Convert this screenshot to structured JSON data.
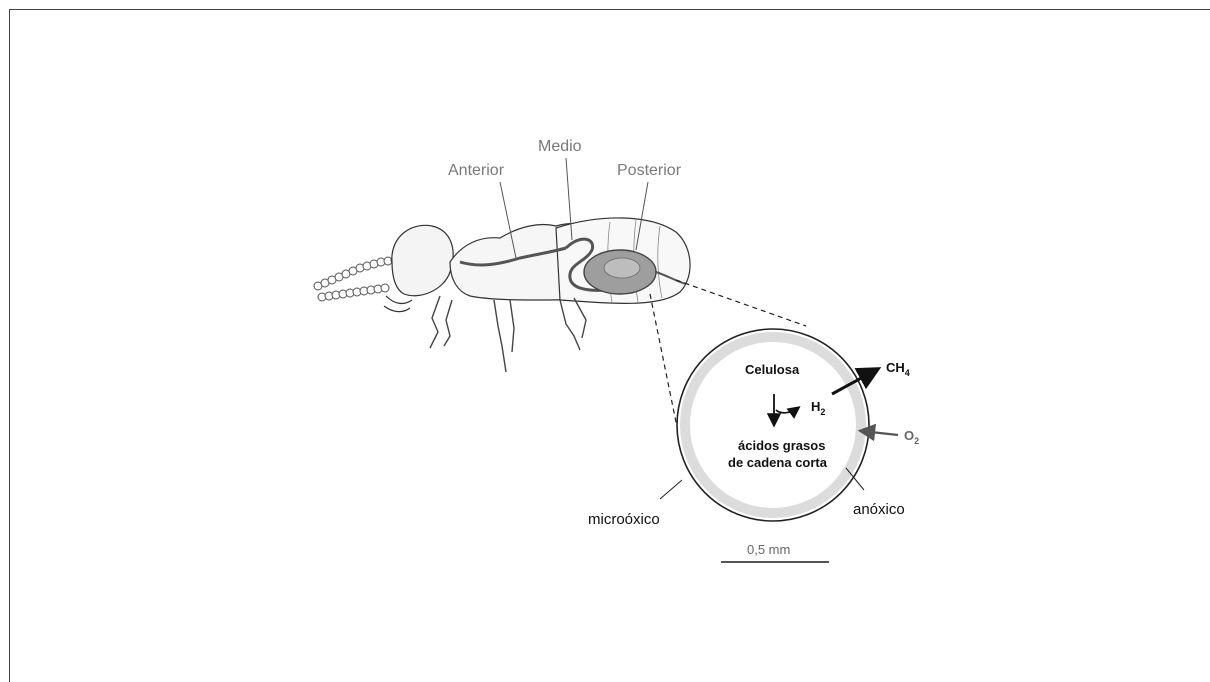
{
  "gut_sections": {
    "anterior": "Anterior",
    "medio": "Medio",
    "posterior": "Posterior"
  },
  "magnified": {
    "substrate": "Celulosa",
    "product_line1": "ácidos grasos",
    "product_line2": "de cadena corta",
    "h2_main": "H",
    "h2_sub": "2",
    "ch4_main": "CH",
    "ch4_sub": "4",
    "o2_main": "O",
    "o2_sub": "2"
  },
  "zones": {
    "outer": "microóxico",
    "inner": "anóxico"
  },
  "scale_bar": "0,5 mm",
  "colors": {
    "frame": "#444444",
    "label_gray": "#7a7a7a",
    "ring": "#dcdcdc"
  }
}
